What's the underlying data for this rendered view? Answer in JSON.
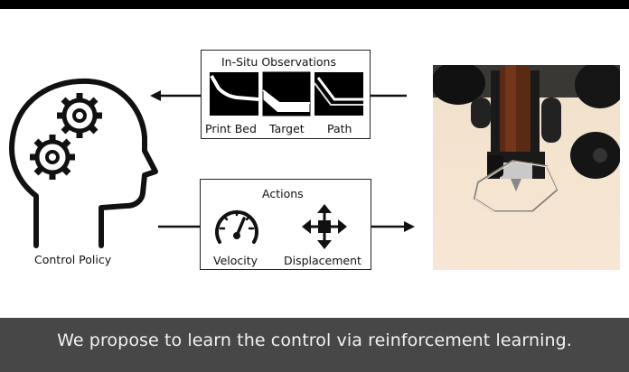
{
  "diagram": {
    "observations_box": {
      "title": "In-Situ Observations",
      "items": [
        {
          "label": "Print Bed"
        },
        {
          "label": "Target"
        },
        {
          "label": "Path"
        }
      ]
    },
    "actions_box": {
      "title": "Actions",
      "items": [
        {
          "label": "Velocity",
          "icon": "speedometer-icon"
        },
        {
          "label": "Displacement",
          "icon": "four-way-arrows-icon"
        }
      ]
    },
    "control_policy": {
      "label": "Control Policy",
      "icon": "head-with-gears-icon"
    },
    "photo": {
      "description_icon": "printer-nozzle-photo"
    }
  },
  "caption": {
    "text": "We propose to learn the control via reinforcement learning."
  },
  "colors": {
    "background": "#ffffff",
    "caption_bar": "#474747",
    "caption_text": "#f2f2f2",
    "stroke": "#111111"
  }
}
